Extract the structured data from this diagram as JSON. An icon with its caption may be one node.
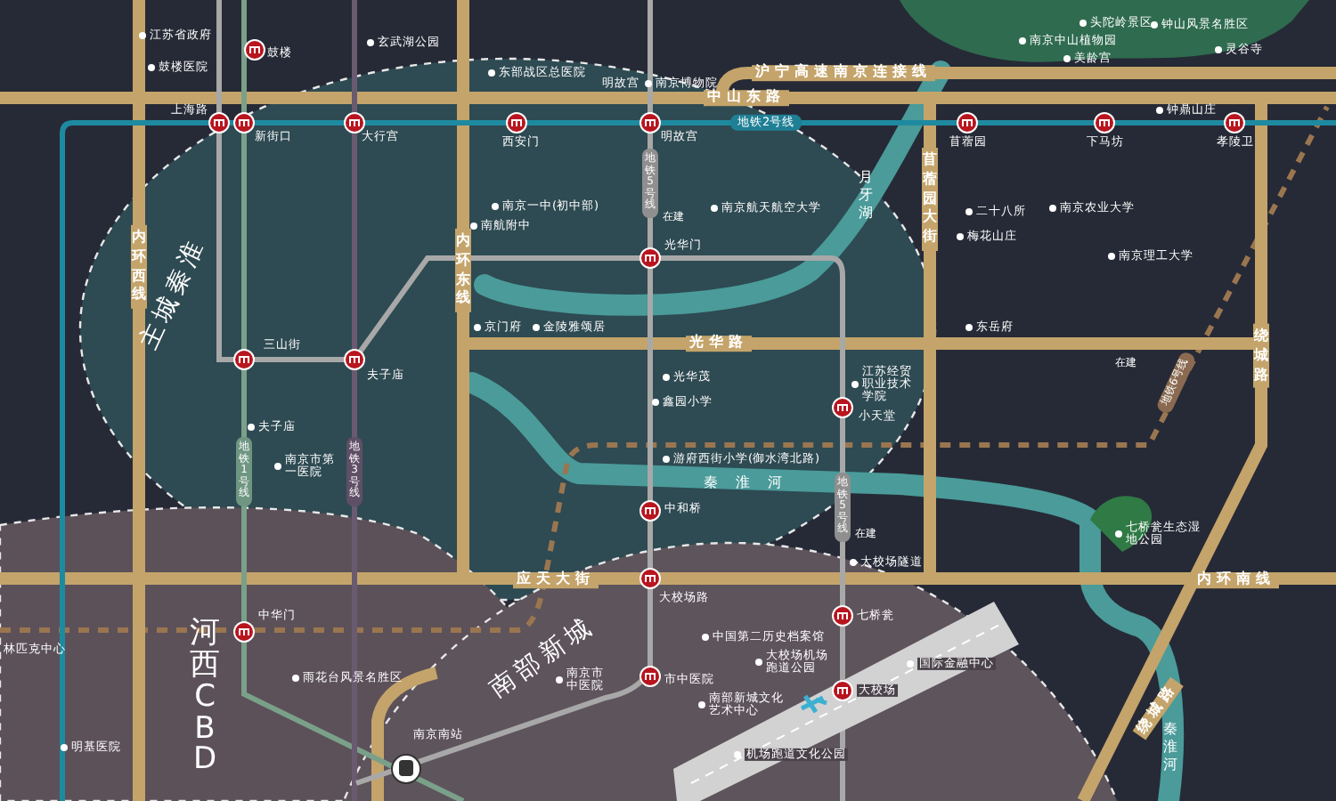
{
  "diagram": {
    "labels": [
      "江苏省政府",
      "鼓楼",
      "鼓楼医院",
      "玄武湖公园",
      "东部战区总医院",
      "明故宫",
      "南京博物院",
      "头陀岭景区",
      "钟山风景名胜区",
      "南京中山植物园",
      "灵谷寺",
      "美龄宫",
      "沪宁高速南京连接线",
      "中山东路",
      "上海路",
      "新街口",
      "大行宫",
      "西安门",
      "明故宫",
      "地铁2号线",
      "苜蓿园",
      "下马坊",
      "钟鼎山庄",
      "孝陵卫",
      "南京一中(初中部)",
      "地铁5号线",
      "在建",
      "南京航天航空大学",
      "苜蓿园大街",
      "二十八所",
      "南京农业大学",
      "南航附中",
      "梅花山庄",
      "南京理工大学",
      "内环西线",
      "内环东线",
      "光华门",
      "月牙湖",
      "主城秦淮",
      "京门府",
      "金陵雅颂居",
      "东岳府",
      "光华路",
      "绕城路",
      "三山街",
      "夫子庙",
      "光华茂",
      "江苏经贸职业技术学院",
      "小天堂",
      "鑫园小学",
      "夫子庙",
      "地铁1号线",
      "南京市第一医院",
      "地铁3号线",
      "地铁6号线",
      "在建",
      "游府西街小学(御水湾北路)",
      "秦淮河",
      "地铁5号线",
      "在建",
      "中和桥",
      "林匹克中心",
      "七桥瓮生态湿地公园",
      "大校场隧道",
      "应天大街",
      "内环南线",
      "中华门",
      "大校场路",
      "七桥瓮",
      "南部新城",
      "中国第二历史档案馆",
      "河西CBD",
      "雨花台风景名胜区",
      "大校场机场跑道公园",
      "南京市中医院",
      "市中医院",
      "大校场",
      "国际金融中心",
      "南部新城文化艺术中心",
      "明基医院",
      "南京南站",
      "机场跑道文化公园",
      "绕城路",
      "秦淮河"
    ]
  }
}
